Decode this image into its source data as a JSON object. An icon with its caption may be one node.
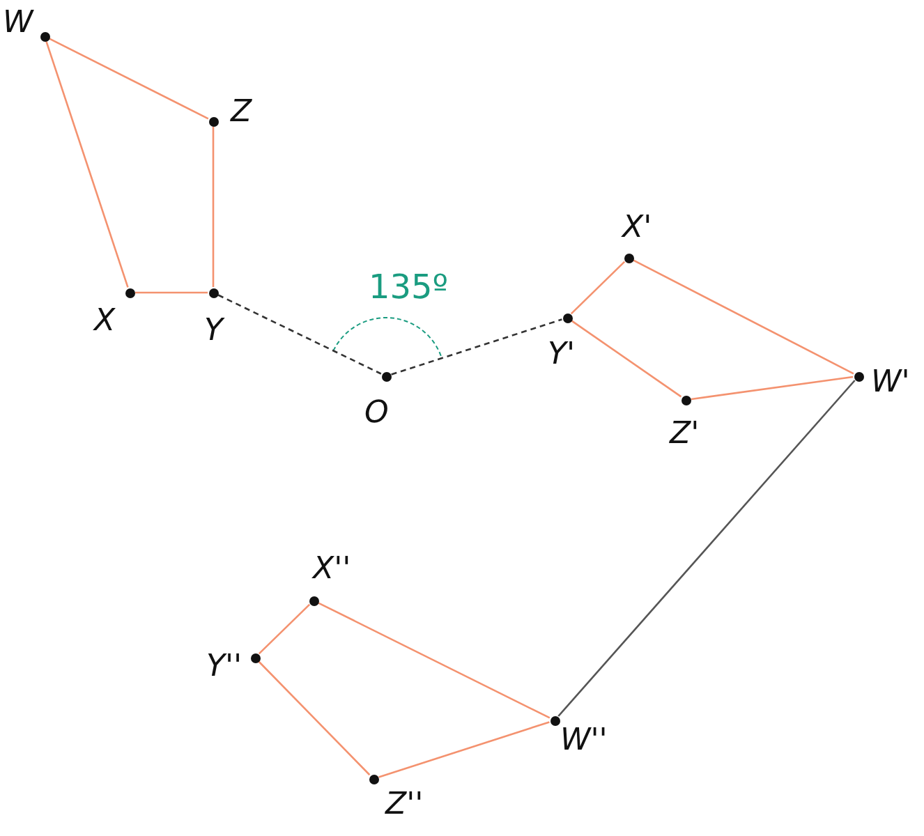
{
  "diagram": {
    "nodes": [
      {
        "text": [
          "W"
        ]
      },
      {
        "text": [
          "Z"
        ]
      },
      {
        "text": [
          "X"
        ]
      },
      {
        "text": [
          "Y"
        ]
      },
      {
        "text": [
          "O"
        ]
      },
      {
        "text": [
          "X'"
        ]
      },
      {
        "text": [
          "Y'"
        ]
      },
      {
        "text": [
          "W'"
        ]
      },
      {
        "text": [
          "Z'"
        ]
      },
      {
        "text": [
          "X''"
        ]
      },
      {
        "text": [
          "Y''"
        ]
      },
      {
        "text": [
          "W''"
        ]
      },
      {
        "text": [
          "Z''"
        ]
      }
    ],
    "edges": [
      {
        "from": 0,
        "to": 1,
        "arrow": "none"
      },
      {
        "from": 1,
        "to": 3,
        "arrow": "none"
      },
      {
        "from": 3,
        "to": 2,
        "arrow": "none"
      },
      {
        "from": 2,
        "to": 0,
        "arrow": "none"
      },
      {
        "from": 3,
        "to": 4,
        "arrow": "none",
        "style": "dashed",
        "color": "#333333"
      },
      {
        "from": 4,
        "to": 6,
        "arrow": "none",
        "style": "dashed",
        "color": "#333333"
      },
      {
        "from": 5,
        "to": 7,
        "arrow": "none"
      },
      {
        "from": 7,
        "to": 8,
        "arrow": "none"
      },
      {
        "from": 8,
        "to": 6,
        "arrow": "none"
      },
      {
        "from": 6,
        "to": 5,
        "arrow": "none"
      },
      {
        "from": 7,
        "to": 11,
        "arrow": "none",
        "color": "#555555"
      },
      {
        "from": 9,
        "to": 11,
        "arrow": "none"
      },
      {
        "from": 11,
        "to": 12,
        "arrow": "none"
      },
      {
        "from": 12,
        "to": 10,
        "arrow": "none"
      },
      {
        "from": 10,
        "to": 9,
        "arrow": "none"
      }
    ],
    "labels": [
      "135º"
    ]
  }
}
